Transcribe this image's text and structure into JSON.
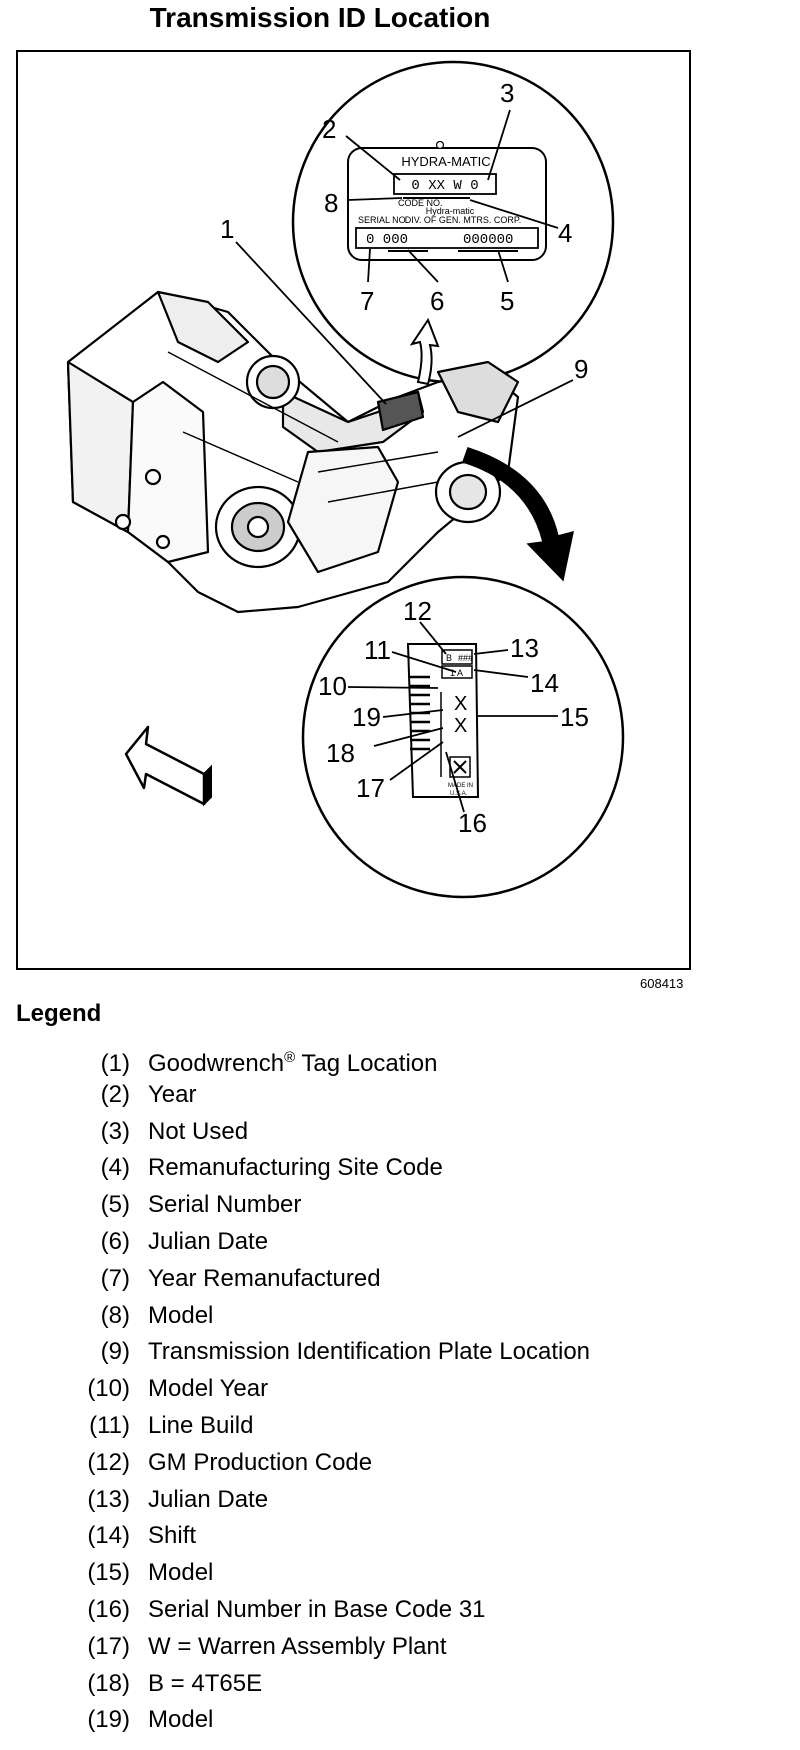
{
  "title": "Transmission ID Location",
  "figure_id": "608413",
  "tag": {
    "brand": "HYDRA-MATIC",
    "code_value": "0 XX  W  0",
    "code_label": "CODE NO.",
    "maker1": "Hydra-matic",
    "maker2": "DIV. OF GEN. MTRS. CORP.",
    "serial_label": "SERIAL NO.",
    "serial_left": "0  000",
    "serial_right": "000000"
  },
  "plate": {
    "row1_left": "B",
    "row1_right": "###",
    "row2": "1 A",
    "x_big1": "X",
    "x_big2": "X",
    "made1": "MADE IN",
    "made2": "U.S.A."
  },
  "callouts": [
    "1",
    "2",
    "3",
    "4",
    "5",
    "6",
    "7",
    "8",
    "9",
    "10",
    "11",
    "12",
    "13",
    "14",
    "15",
    "16",
    "17",
    "18",
    "19"
  ],
  "legend_title": "Legend",
  "legend": [
    {
      "num": "(1)",
      "text": "Goodwrench",
      "sup": "®",
      "text2": " Tag Location"
    },
    {
      "num": "(2)",
      "text": "Year"
    },
    {
      "num": "(3)",
      "text": "Not Used"
    },
    {
      "num": "(4)",
      "text": "Remanufacturing Site Code"
    },
    {
      "num": "(5)",
      "text": "Serial Number"
    },
    {
      "num": "(6)",
      "text": "Julian Date"
    },
    {
      "num": "(7)",
      "text": "Year Remanufactured"
    },
    {
      "num": "(8)",
      "text": "Model"
    },
    {
      "num": "(9)",
      "text": "Transmission Identification Plate Location"
    },
    {
      "num": "(10)",
      "text": "Model Year"
    },
    {
      "num": "(11)",
      "text": "Line Build"
    },
    {
      "num": "(12)",
      "text": "GM Production Code"
    },
    {
      "num": "(13)",
      "text": "Julian Date"
    },
    {
      "num": "(14)",
      "text": "Shift"
    },
    {
      "num": "(15)",
      "text": "Model"
    },
    {
      "num": "(16)",
      "text": "Serial Number in Base Code 31"
    },
    {
      "num": "(17)",
      "text": "W = Warren Assembly Plant"
    },
    {
      "num": "(18)",
      "text": "B = 4T65E"
    },
    {
      "num": "(19)",
      "text": "Model"
    }
  ]
}
